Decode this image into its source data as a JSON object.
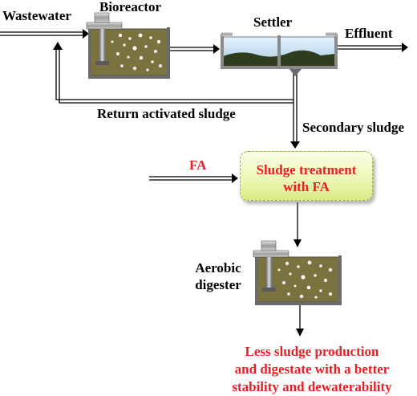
{
  "labels": {
    "wastewater": "Wastewater",
    "bioreactor": "Bioreactor",
    "settler": "Settler",
    "effluent": "Effluent",
    "return_sludge": "Return activated sludge",
    "secondary_sludge": "Secondary sludge",
    "fa": "FA",
    "treatment_line1": "Sludge treatment",
    "treatment_line2": "with FA",
    "digester_line1": "Aerobic",
    "digester_line2": "digester",
    "outcome_line1": "Less sludge production",
    "outcome_line2": "and digestate with a better",
    "outcome_line3": "stability and dewaterability"
  },
  "colors": {
    "outcome_text": "#ee1c24",
    "fa_text": "#ee1c24",
    "treatment_box_border": "#8fb04d",
    "sludge": "#7a7340",
    "water": "#b9d6ec"
  }
}
